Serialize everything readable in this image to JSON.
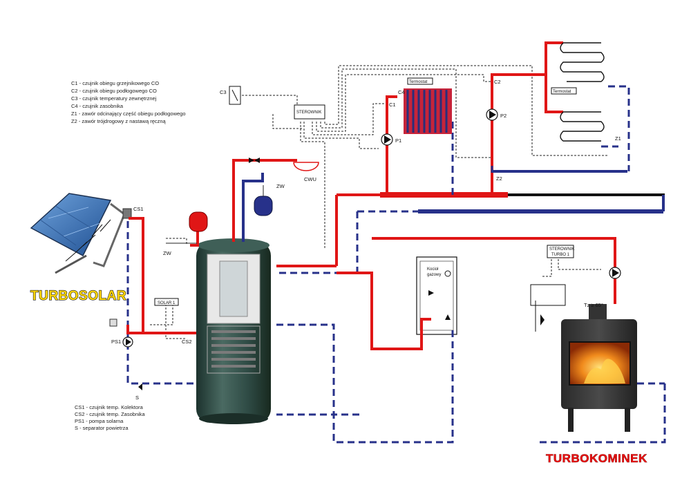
{
  "legend_top": [
    "C1 - czujnik obiegu grzejnikowego CO",
    "C2 - czujnik obiegu podłogowego CO",
    "C3 - czujnik temperatury zewnętrznej",
    "C4 - czujnik zasobnika",
    "Z1 - zawór odcinający część obiegu podłogowego",
    "Z2 - zawór trójdrogowy z nastawą ręczną"
  ],
  "legend_bottom": [
    "CS1 - czujnik temp. Kolektora",
    "CS2 - czujnik temp. Zasobnika",
    "PS1 - pompa solarna",
    "S - separator powietrza"
  ],
  "brands": {
    "solar": "TURBOSOLAR",
    "fireplace": "TURBOKOMINEK"
  },
  "controllers": {
    "main": "STEROWNIK",
    "solar": "SOLAR 1",
    "turbo_line1": "STEROWNIK",
    "turbo_line2": "TURBO 1"
  },
  "labels": {
    "c1": "C1",
    "c2": "C2",
    "c3": "C3",
    "c4": "C4",
    "p1": "P1",
    "p2": "P2",
    "z1": "Z1",
    "z2": "Z2",
    "cs1": "CS1",
    "cs2": "CS2",
    "ps1": "PS1",
    "s": "S",
    "zw1": "ZW",
    "zw2": "ZW",
    "cwu": "CWU",
    "termostat1": "Termostat",
    "termostat2": "Termostat",
    "kociol1": "Kocioł",
    "kociol2": "gazowy",
    "tz": "Tz ≥ 65°"
  },
  "colors": {
    "hot_pipe": "#e01616",
    "cold_pipe": "#27318a",
    "tank": "#2e4a44",
    "solar_panel": "#2f6fb8"
  }
}
